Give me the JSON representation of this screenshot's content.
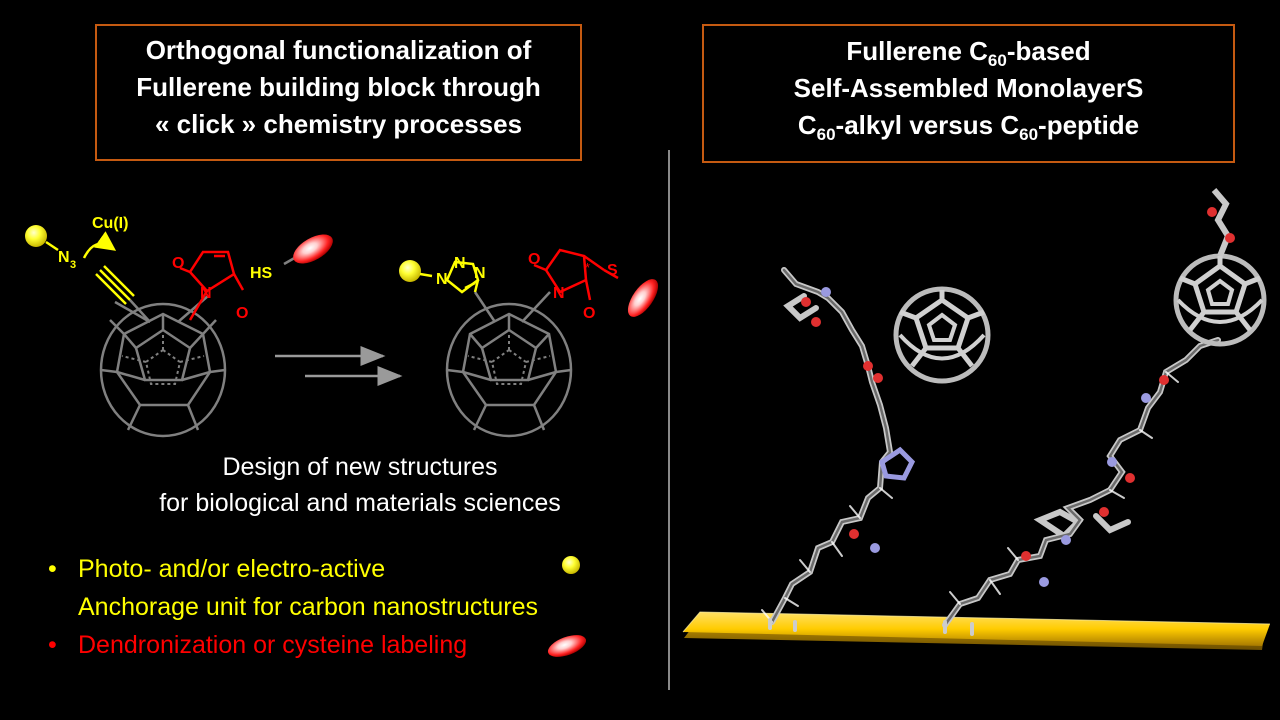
{
  "left_box": {
    "line1": "Orthogonal functionalization of",
    "line2": "Fullerene building block through",
    "line3": "« click » chemistry processes"
  },
  "right_box": {
    "line1_pre": "Fullerene C",
    "line1_sub": "60",
    "line1_post": "-based",
    "line2": "Self-Assembled MonolayerS",
    "line3_a": "C",
    "line3_a_sub": "60",
    "line3_b": "-alkyl  versus C",
    "line3_b_sub": "60",
    "line3_c": "-peptide"
  },
  "scheme": {
    "catalyst": "Cu(I)",
    "azide_n": "N",
    "azide_sub": "3",
    "thiol": "HS",
    "maleimide_n": "N",
    "oxygen": "O",
    "triazole_n": "N",
    "sulfur": "S",
    "stereo_mark": "*"
  },
  "design": {
    "line1": "Design of new structures",
    "line2": "for biological and materials sciences"
  },
  "bullets": [
    {
      "text": "Photo- and/or electro-active",
      "color": "#ffff00"
    },
    {
      "text": "Anchorage unit for carbon nanostructures",
      "color": "#ffff00"
    },
    {
      "text": "Dendronization or cysteine labeling",
      "color": "#ff0000"
    }
  ],
  "bullet_glyph": "•",
  "colors": {
    "box_border": "#c55a11",
    "yellow": "#ffff00",
    "red": "#ff0000",
    "gold_surface": "#ffcc00"
  }
}
